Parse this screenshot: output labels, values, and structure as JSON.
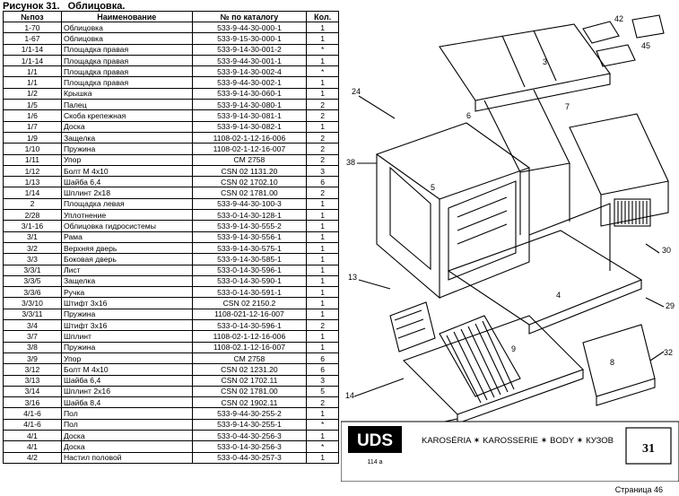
{
  "figure": {
    "number": "Рисунок 31.",
    "title": "Облицовка."
  },
  "table": {
    "headers": [
      "№поз",
      "Наименование",
      "№ по каталогу",
      "Кол."
    ],
    "rows": [
      [
        "1-70",
        "Облицовка",
        "533-9-44-30-000-1",
        "1"
      ],
      [
        "1-67",
        "Облицовка",
        "533-9-15-30-000-1",
        "1"
      ],
      [
        "1/1-14",
        "Площадка правая",
        "533-9-14-30-001-2",
        "*"
      ],
      [
        "1/1-14",
        "Площадка правая",
        "533-9-44-30-001-1",
        "1"
      ],
      [
        "1/1",
        "Площадка правая",
        "533-9-14-30-002-4",
        "*"
      ],
      [
        "1/1",
        "Площадка правая",
        "533-9-44-30-002-1",
        "1"
      ],
      [
        "1/2",
        "Крышка",
        "533-9-14-30-060-1",
        "1"
      ],
      [
        "1/5",
        "Палец",
        "533-9-14-30-080-1",
        "2"
      ],
      [
        "1/6",
        "Скоба крепежная",
        "533-9-14-30-081-1",
        "2"
      ],
      [
        "1/7",
        "Доска",
        "533-9-14-30-082-1",
        "1"
      ],
      [
        "1/9",
        "Защелка",
        "1108-02-1-12-16-006",
        "2"
      ],
      [
        "1/10",
        "Пружина",
        "1108-02-1-12-16-007",
        "2"
      ],
      [
        "1/11",
        "Упор",
        "СМ   2758",
        "2"
      ],
      [
        "1/12",
        "Болт М 4х10",
        "CSN 02 1131.20",
        "3"
      ],
      [
        "1/13",
        "Шайба 6,4",
        "CSN 02 1702.10",
        "6"
      ],
      [
        "1/14",
        "Шплинт 2х18",
        "CSN 02 1781.00",
        "2"
      ],
      [
        "2",
        "Площадка левая",
        "533-9-44-30-100-3",
        "1"
      ],
      [
        "2/28",
        "Уплотнение",
        "533-0-14-30-128-1",
        "1"
      ],
      [
        "3/1-16",
        "Облицовка гидросистемы",
        "533-9-14-30-555-2",
        "1"
      ],
      [
        "3/1",
        "Рама",
        "533-9-14-30-556-1",
        "1"
      ],
      [
        "3/2",
        "Верхняя дверь",
        "533-9-14-30-575-1",
        "1"
      ],
      [
        "3/3",
        "Боковая дверь",
        "533-9-14-30-585-1",
        "1"
      ],
      [
        "3/3/1",
        "Лист",
        "533-0-14-30-596-1",
        "1"
      ],
      [
        "3/3/5",
        "Защелка",
        "533-0-14-30-590-1",
        "1"
      ],
      [
        "3/3/6",
        "Ручка",
        "533-0-14-30-591-1",
        "1"
      ],
      [
        "3/3/10",
        "Штифт 3х16",
        "CSN 02 2150.2",
        "1"
      ],
      [
        "3/3/11",
        "Пружина",
        "1108-021-12-16-007",
        "1"
      ],
      [
        "3/4",
        "Штифт 3х16",
        "533-0-14-30-596-1",
        "2"
      ],
      [
        "3/7",
        "Шплинт",
        "1108-02-1-12-16-006",
        "1"
      ],
      [
        "3/8",
        "Пружина",
        "1108-02.1-12-16-007",
        "1"
      ],
      [
        "3/9",
        "Упор",
        "СМ 2758",
        "6"
      ],
      [
        "3/12",
        "Болт М 4х10",
        "CSN 02 1231.20",
        "6"
      ],
      [
        "3/13",
        "Шайба 6,4",
        "CSN 02 1702.11",
        "3"
      ],
      [
        "3/14",
        "Шплинт 2х16",
        "CSN 02 1781.00",
        "5"
      ],
      [
        "3/16",
        "Шайба 8,4",
        "CSN 02 1902.11",
        "2"
      ],
      [
        "4/1-6",
        "Пол",
        "533-9-44-30-255-2",
        "1"
      ],
      [
        "4/1-6",
        "Пол",
        "533-9-14-30-255-1",
        "*"
      ],
      [
        "4/1",
        "Доска",
        "533-0-44-30-256-3",
        "1"
      ],
      [
        "4/1",
        "Доска",
        "533-0-14-30-256-3",
        "*"
      ],
      [
        "4/2",
        "Настил половой",
        "533-0-44-30-257-3",
        "1"
      ]
    ]
  },
  "diagram": {
    "caption_text": "KAROSÉRIA ✶ KAROSSERIE ✶ BODY ✶ КУЗОВ",
    "logo_text": "UDS",
    "logo_sub": "114 a",
    "page_box_number": "31"
  },
  "footer": {
    "page_label": "Страница 46"
  }
}
